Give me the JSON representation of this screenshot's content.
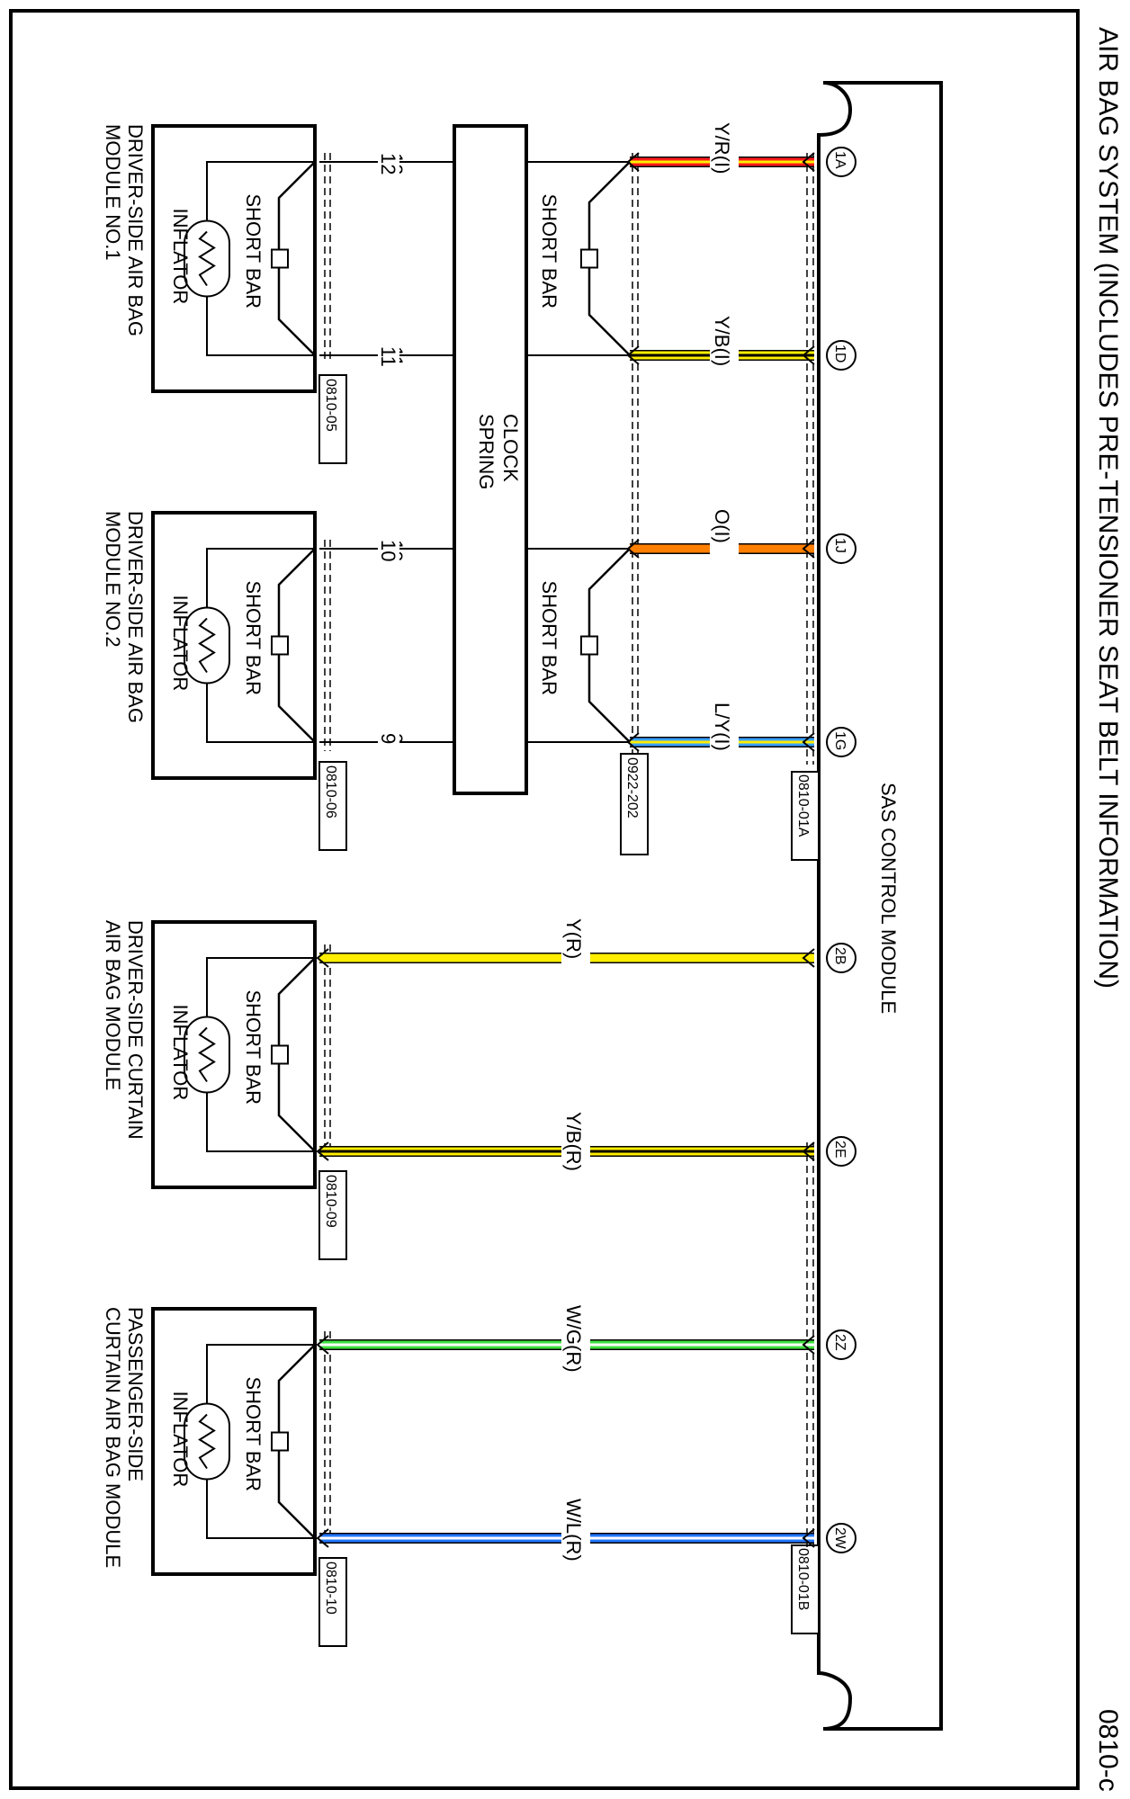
{
  "header": {
    "title": "AIR BAG SYSTEM (INCLUDES PRE-TENSIONER SEAT BELT INFORMATION)",
    "page_code": "0810-c"
  },
  "control_module": {
    "label": "SAS CONTROL MODULE",
    "connector_a": "0810-01A",
    "connector_b": "0810-01B"
  },
  "wires": [
    {
      "pin": "1A",
      "wire": "Y/R(I)",
      "color": "#ff1a1a",
      "stripe": "#ffee00",
      "far_pin": "12"
    },
    {
      "pin": "1D",
      "wire": "Y/B(I)",
      "color": "#ffee00",
      "stripe": "#000000",
      "far_pin": "11"
    },
    {
      "pin": "1J",
      "wire": "O(I)",
      "color": "#ff7f00",
      "stripe": "",
      "far_pin": "10"
    },
    {
      "pin": "1G",
      "wire": "L/Y(I)",
      "color": "#3aa0ff",
      "stripe": "#ffee00",
      "far_pin": "9"
    },
    {
      "pin": "2B",
      "wire": "Y(R)",
      "color": "#ffee00",
      "stripe": "",
      "far_pin": ""
    },
    {
      "pin": "2E",
      "wire": "Y/B(R)",
      "color": "#ffee00",
      "stripe": "#000000",
      "far_pin": ""
    },
    {
      "pin": "2Z",
      "wire": "W/G(R)",
      "color": "#3fe03f",
      "stripe": "#ffffff",
      "far_pin": ""
    },
    {
      "pin": "2W",
      "wire": "W/L(R)",
      "color": "#2277ff",
      "stripe": "#ffffff",
      "far_pin": ""
    }
  ],
  "short_bar_label": "SHORT BAR",
  "inflator_label": "INFLATOR",
  "clock_spring": {
    "label_line1": "CLOCK",
    "label_line2": "SPRING",
    "connector": "0922-202"
  },
  "modules": [
    {
      "name_line1": "DRIVER-SIDE AIR BAG",
      "name_line2": "MODULE NO.1",
      "connector": "0810-05"
    },
    {
      "name_line1": "DRIVER-SIDE AIR BAG",
      "name_line2": "MODULE NO.2",
      "connector": "0810-06"
    },
    {
      "name_line1": "DRIVER-SIDE CURTAIN",
      "name_line2": "AIR BAG MODULE",
      "connector": "0810-09"
    },
    {
      "name_line1": "PASSENGER-SIDE",
      "name_line2": "CURTAIN AIR BAG MODULE",
      "connector": "0810-10"
    }
  ]
}
